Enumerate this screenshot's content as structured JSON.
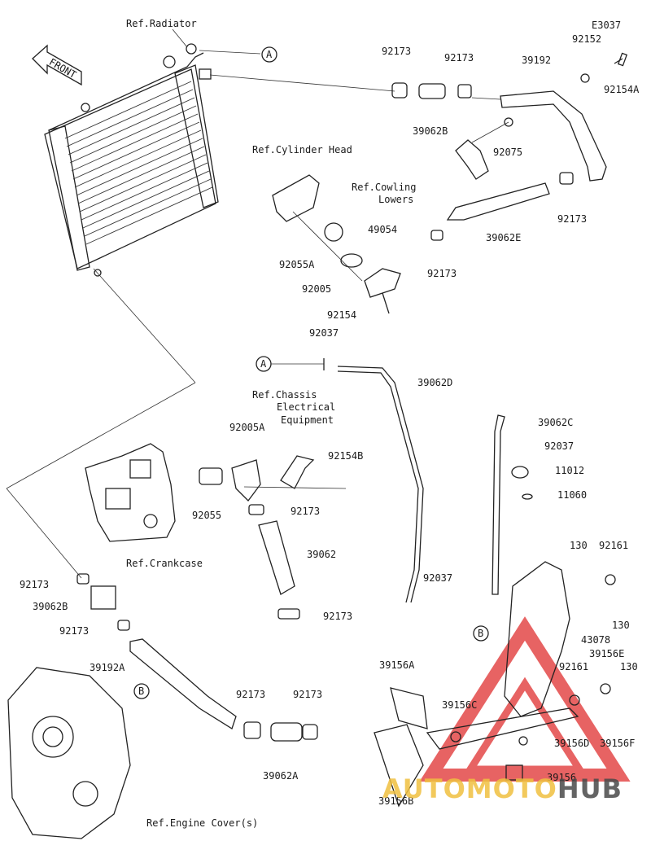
{
  "diagram_code": "E3037",
  "front_label": "FRONT",
  "watermark": {
    "text_a": "AUTO",
    "text_b": "MOTO",
    "text_c": "HUB",
    "color_red": "#e03030",
    "color_gold": "#f0c040",
    "color_dark": "#4a4a4a"
  },
  "refs": {
    "radiator": "Ref.Radiator",
    "cylinder_head": "Ref.Cylinder Head",
    "cowling_1": "Ref.Cowling",
    "cowling_2": "Lowers",
    "chassis_1": "Ref.Chassis",
    "chassis_2": "Electrical",
    "chassis_3": "Equipment",
    "crankcase": "Ref.Crankcase",
    "engine_cover": "Ref.Engine Cover(s)"
  },
  "markers": {
    "a": "A",
    "b": "B"
  },
  "labels": {
    "p92173_a": "92173",
    "p92173_b": "92173",
    "p39192": "39192",
    "p92152": "92152",
    "p92154a": "92154A",
    "p39062b": "39062B",
    "p92075": "92075",
    "p92173_c": "92173",
    "p39062e": "39062E",
    "p49054": "49054",
    "p92055a": "92055A",
    "p92173_d": "92173",
    "p92005": "92005",
    "p92154": "92154",
    "p92037_a": "92037",
    "p39062d": "39062D",
    "p92005a": "92005A",
    "p92154b": "92154B",
    "p92055": "92055",
    "p92173_e": "92173",
    "p39062": "39062",
    "p92173_f": "92173",
    "p39062c": "39062C",
    "p92037_b": "92037",
    "p11012": "11012",
    "p11060": "11060",
    "p130_a": "130",
    "p92161_a": "92161",
    "p130_b": "130",
    "p43078": "43078",
    "p92037_c": "92037",
    "p92173_g": "92173",
    "p39062b_2": "39062B",
    "p92173_h": "92173",
    "p39192a": "39192A",
    "p92173_i": "92173",
    "p92173_j": "92173",
    "p39062a": "39062A",
    "p39156a": "39156A",
    "p39156c": "39156C",
    "p39156e": "39156E",
    "p92161_b": "92161",
    "p130_c": "130",
    "p39156d": "39156D",
    "p39156f": "39156F",
    "p39156": "39156",
    "p39156b": "39156B"
  }
}
